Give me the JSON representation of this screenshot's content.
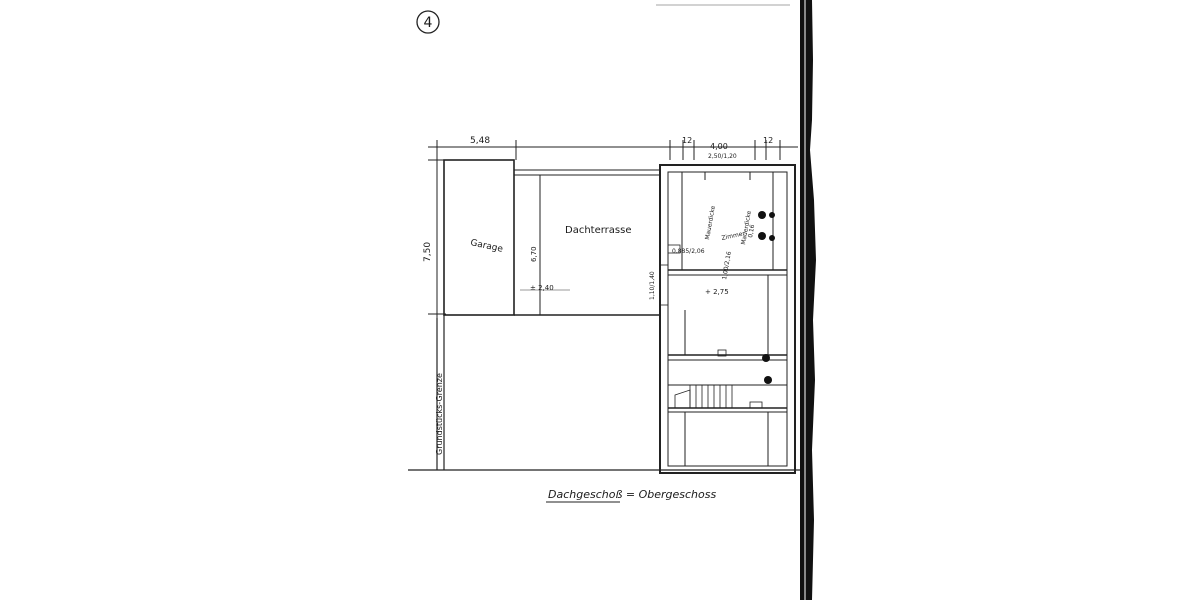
{
  "sheet": {
    "page_number": "4"
  },
  "plan": {
    "caption": "Dachgeschoß = Obergeschoss",
    "dimensions": {
      "top_left_width": "5,48",
      "top_wall_left": "12",
      "top_room_width": "4,00",
      "top_window": "2,50/1,20",
      "top_wall_right": "12",
      "left_height": "7,50",
      "terrace_depth": "6,70",
      "terrace_level": "± 2,40",
      "door_size": "0,885/2,06",
      "side_window": "1,10/1,40",
      "room_window": "1,00/2,16",
      "floor_level": "+ 2,75"
    },
    "labels": {
      "garage": "Garage",
      "terrace": "Dachterrasse",
      "property_line": "Grundstücks-Grenze",
      "room": "Zimmer",
      "wall_left": "Mauerdicke",
      "wall_right": "Mauerdicke",
      "wall_value": "0,16"
    }
  }
}
